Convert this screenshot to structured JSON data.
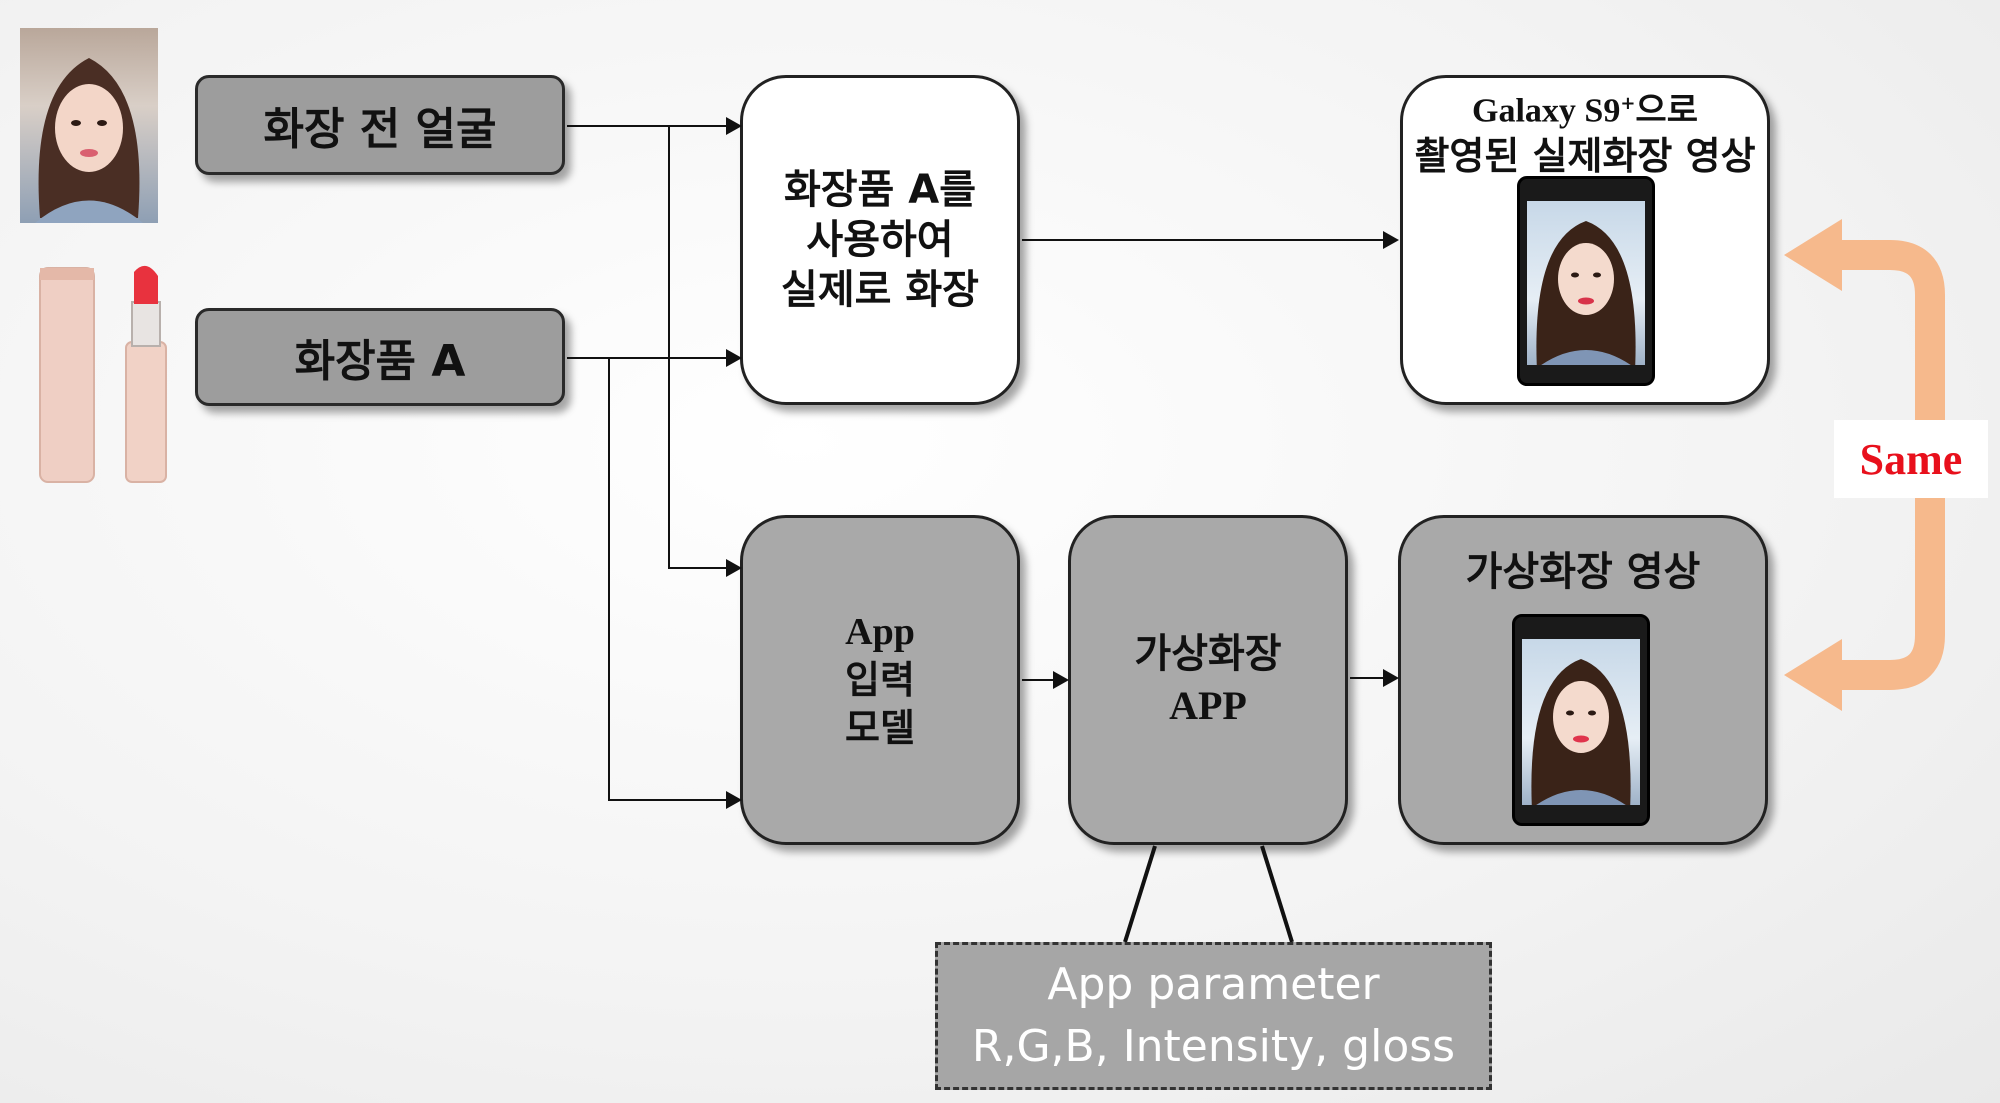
{
  "inputs": {
    "face_label": "화장 전 얼굴",
    "cosmetic_label": "화장품 A"
  },
  "real_makeup": {
    "lines": [
      "화장품 A를",
      "사용하여",
      "실제로 화장"
    ]
  },
  "real_result": {
    "title_line1_prefix": "Galaxy S9",
    "title_sup": "+",
    "title_line1_suffix": "으로",
    "title_line2": "촬영된 실제화장 영상"
  },
  "app_input": {
    "lines": [
      "App",
      "입력",
      "모델"
    ]
  },
  "virtual_app": {
    "lines": [
      "가상화장",
      "APP"
    ]
  },
  "virtual_result": {
    "title": "가상화장 영상"
  },
  "comparison": {
    "label": "Same",
    "label_color": "#e8101c",
    "arrow_color": "#f6b98c"
  },
  "parameters": {
    "line1": "App parameter",
    "line2": "R,G,B, Intensity, gloss"
  }
}
